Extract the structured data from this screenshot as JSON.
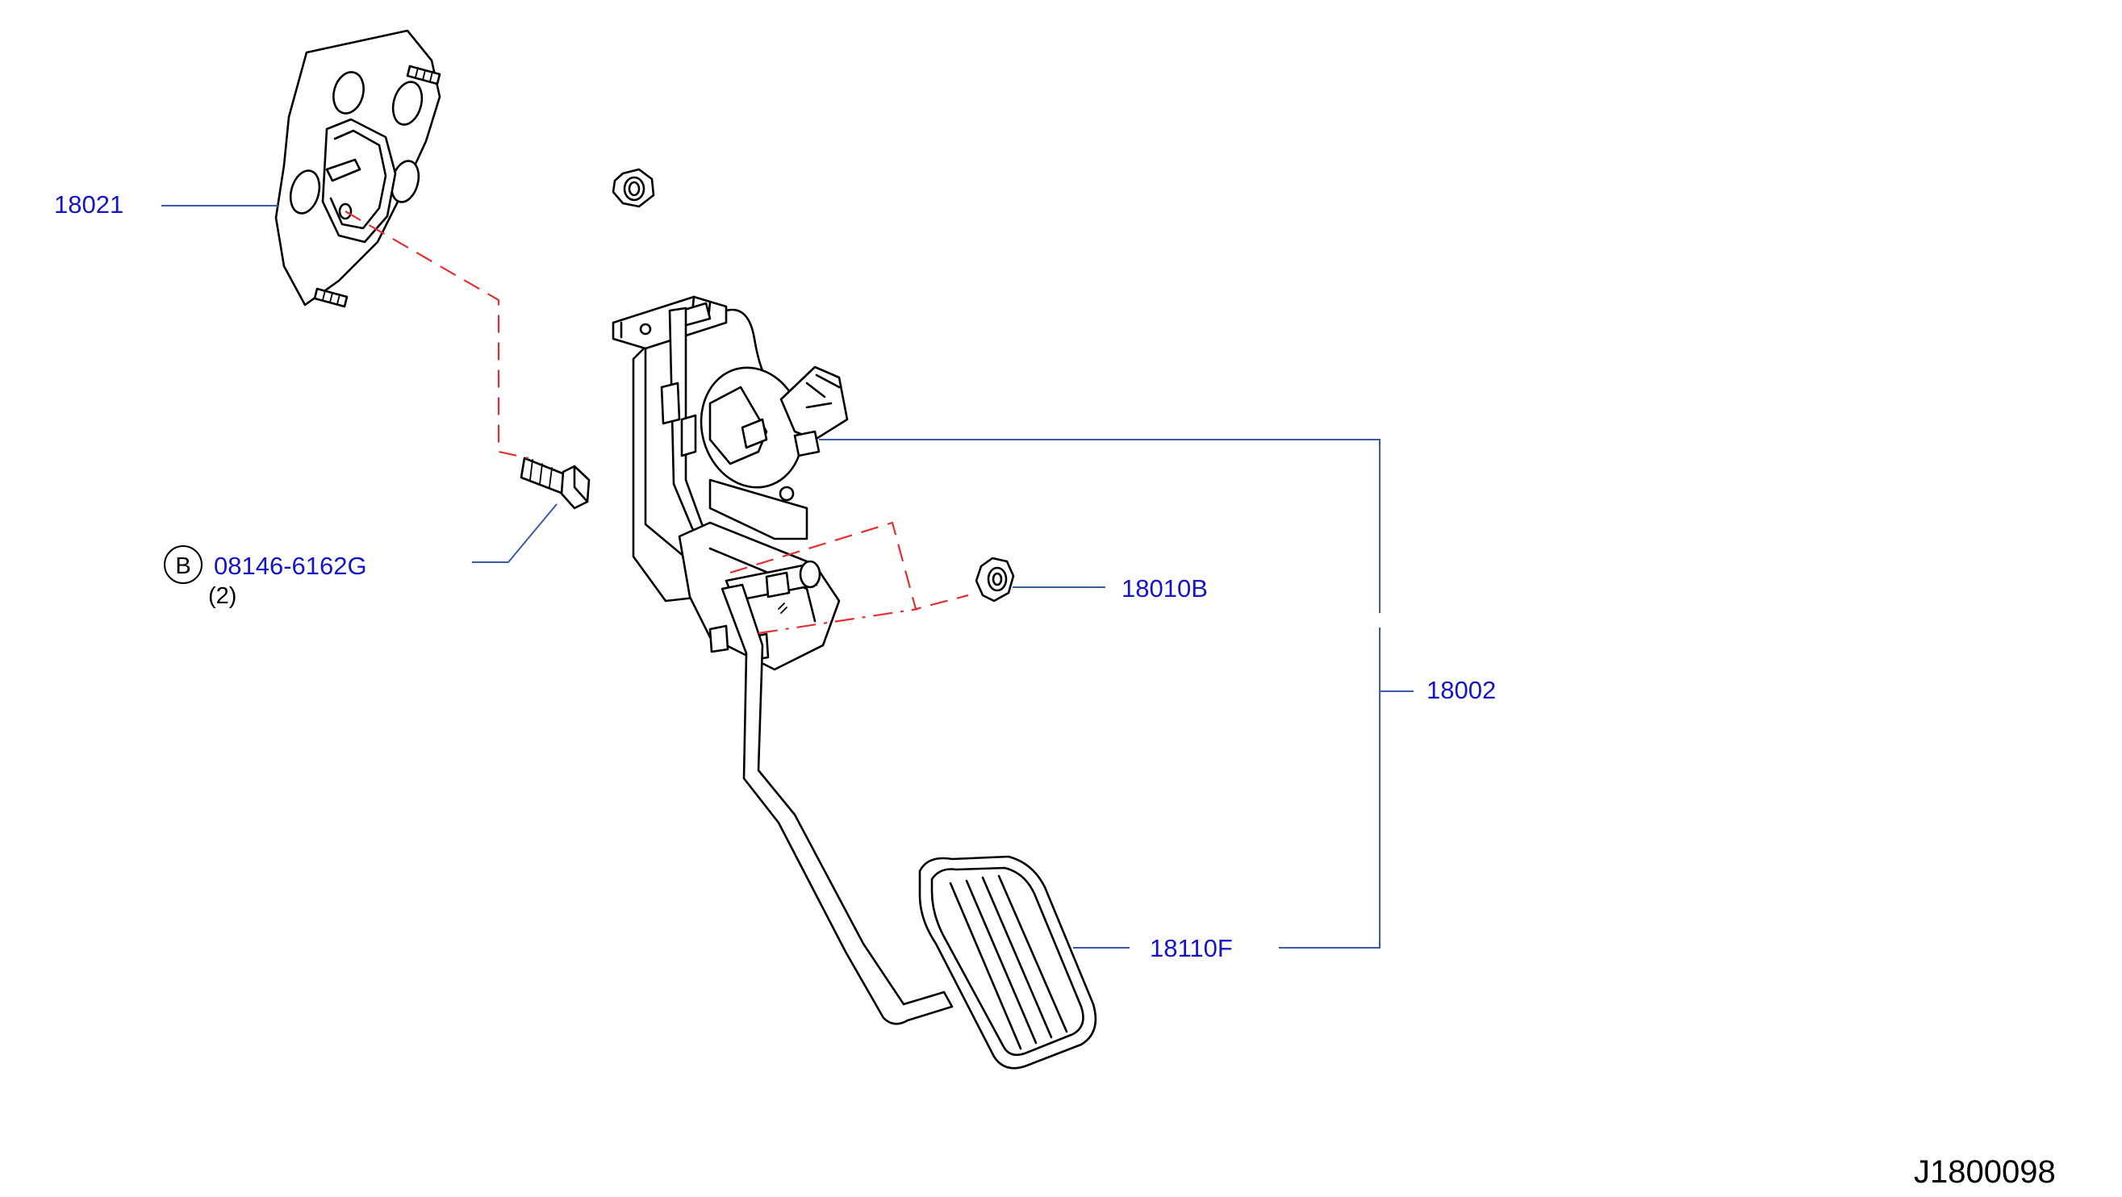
{
  "parts": {
    "mounting_plate": "18021",
    "bolt": "08146-6162G",
    "bolt_qty": "(2)",
    "bolt_ref": "B",
    "nut": "18010B",
    "pedal_assembly": "18002",
    "pedal_pad": "18110F"
  },
  "diagram_code": "J1800098",
  "colors": {
    "label": "#1515c8",
    "leader": "#3a5aa8",
    "reference_line": "#e03030",
    "ink": "#000000"
  }
}
